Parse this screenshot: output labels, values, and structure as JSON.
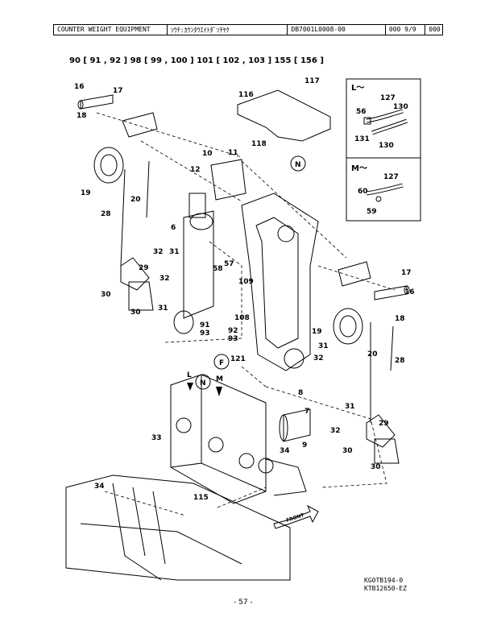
{
  "header": {
    "title": "COUNTER WEIGHT EQUIPMENT",
    "jp_title": "ｿｳﾁ:ｶｳﾝﾀｳｴｲﾄﾀﾞｿﾁﾔｸ",
    "code": "DB7001L0008-00",
    "page": "000  9/9",
    "extra": "000"
  },
  "subtitle": "90 [ 91 , 92 ]  98 [ 99 , 100 ]  101 [ 102 , 103 ]  155 [ 156 ]",
  "inset_L": {
    "tag": "L～",
    "labels": [
      "127",
      "130",
      "56",
      "131",
      "130"
    ]
  },
  "inset_M": {
    "tag": "M～",
    "labels": [
      "127",
      "60",
      "59"
    ]
  },
  "callouts": [
    "16",
    "17",
    "18",
    "19",
    "20",
    "28",
    "117",
    "116",
    "118",
    "10",
    "11",
    "12",
    "6",
    "31",
    "32",
    "29",
    "30",
    "30",
    "32",
    "31",
    "58",
    "57",
    "109",
    "91",
    "93",
    "108",
    "92",
    "93",
    "121",
    "17",
    "16",
    "18",
    "19",
    "20",
    "28",
    "31",
    "32",
    "8",
    "7",
    "9",
    "31",
    "32",
    "29",
    "30",
    "30",
    "33",
    "34",
    "115",
    "34"
  ],
  "circle_tags": [
    "N",
    "F",
    "N"
  ],
  "arrow_tags": [
    "L",
    "M"
  ],
  "front_label": "FRONT",
  "ref_codes": [
    "KG0TB194-0",
    "KTB12650-EZ"
  ],
  "page_number": "- 57 -"
}
